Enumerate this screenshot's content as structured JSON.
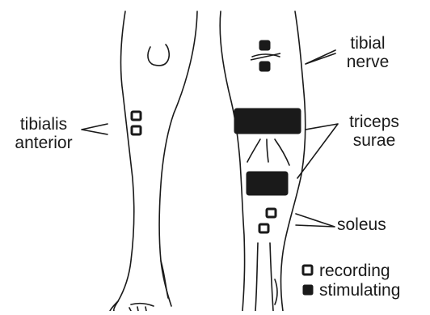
{
  "labels": {
    "tibialis_anterior": [
      "tibialis",
      "anterior"
    ],
    "tibial_nerve": [
      "tibial",
      "nerve"
    ],
    "triceps_surae": [
      "triceps",
      "surae"
    ],
    "soleus": "soleus"
  },
  "legend": {
    "recording": "recording",
    "stimulating": "stimulating"
  },
  "colors": {
    "ink": "#1a1a1a",
    "electrode_stimulating": "#1a1a1a",
    "electrode_recording": "#ffffff",
    "background": "#ffffff"
  }
}
